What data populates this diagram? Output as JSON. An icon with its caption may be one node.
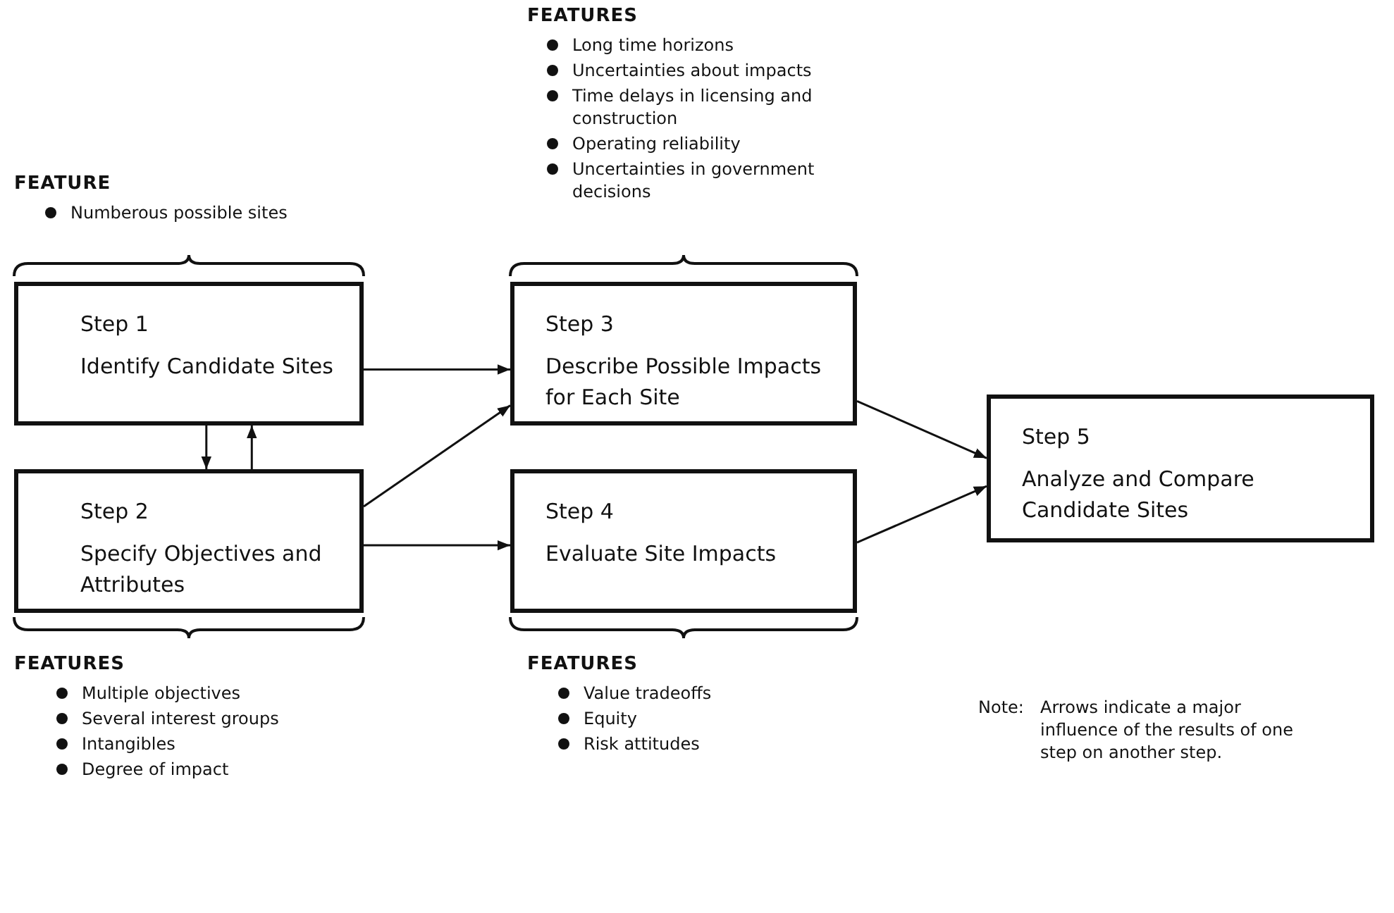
{
  "diagram": {
    "nodes": [
      {
        "text": [
          "Step 1",
          "Identify Candidate Sites"
        ]
      },
      {
        "text": [
          "Step 2",
          "Specify Objectives and Attributes"
        ]
      },
      {
        "text": [
          "Step 3",
          "Describe Possible Impacts for Each Site"
        ]
      },
      {
        "text": [
          "Step 4",
          "Evaluate Site Impacts"
        ]
      },
      {
        "text": [
          "Step 5",
          "Analyze and Compare Candidate Sites"
        ]
      }
    ],
    "edges": [
      {
        "from": 0,
        "to": 2,
        "arrow": "to"
      },
      {
        "from": 0,
        "to": 1,
        "arrow": "to"
      },
      {
        "from": 1,
        "to": 0,
        "arrow": "to"
      },
      {
        "from": 1,
        "to": 2,
        "arrow": "to"
      },
      {
        "from": 1,
        "to": 3,
        "arrow": "to"
      },
      {
        "from": 2,
        "to": 4,
        "arrow": "to"
      },
      {
        "from": 3,
        "to": 4,
        "arrow": "to"
      }
    ],
    "labels": [
      "FEATURES",
      "Long time horizons",
      "Uncertainties about impacts",
      "Time delays in licensing and construction",
      "Operating reliability",
      "Uncertainties in government decisions",
      "FEATURE",
      "Numberous possible sites",
      "FEATURES",
      "Multiple objectives",
      "Several interest groups",
      "Intangibles",
      "Degree of impact",
      "FEATURES",
      "Value tradeoffs",
      "Equity",
      "Risk attitudes",
      "Note:",
      "Arrows indicate a major influence of the results of one step on another step."
    ]
  }
}
